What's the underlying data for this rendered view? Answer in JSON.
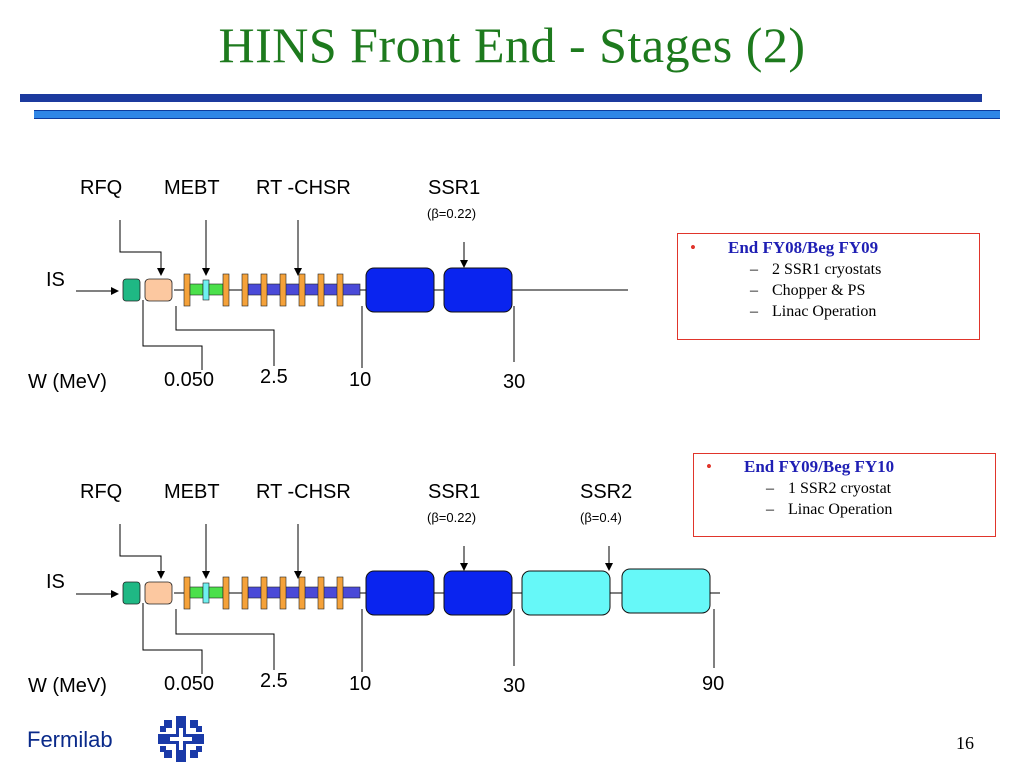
{
  "slide": {
    "title": "HINS Front End - Stages (2)",
    "page_number": "16",
    "brand": "Fermilab"
  },
  "colors": {
    "title": "#1d7a1d",
    "rule_dark": "#1c3a9e",
    "rule_light": "#2f86e6",
    "is_source": "#1fb884",
    "rfq": "#fcc8a0",
    "mebt_green": "#4be04b",
    "mebt_cyan": "#6ff0f0",
    "rt_cavity": "#f5a23a",
    "beamline": "#4a4ad8",
    "ssr1": "#0a24ef",
    "ssr2": "#66f8f8",
    "box_border": "#e0352b",
    "box_head": "#1f1fb4"
  },
  "stage1": {
    "labels": {
      "rfq": "RFQ",
      "mebt": "MEBT",
      "rtchsr": "RT -CHSR",
      "ssr1": "SSR1",
      "ssr1_beta": "(β=0.22)",
      "is": "IS",
      "w": "W (MeV)"
    },
    "energies": [
      "0.050",
      "2.5",
      "10",
      "30"
    ],
    "note": {
      "heading": "End FY08/Beg FY09",
      "items": [
        "2 SSR1 cryostats",
        "Chopper & PS",
        "Linac Operation"
      ]
    }
  },
  "stage2": {
    "labels": {
      "rfq": "RFQ",
      "mebt": "MEBT",
      "rtchsr": "RT -CHSR",
      "ssr1": "SSR1",
      "ssr1_beta": "(β=0.22)",
      "ssr2": "SSR2",
      "ssr2_beta": "(β=0.4)",
      "is": "IS",
      "w": "W (MeV)"
    },
    "energies": [
      "0.050",
      "2.5",
      "10",
      "30",
      "90"
    ],
    "note": {
      "heading": "End FY09/Beg FY10",
      "items": [
        "1 SSR2 cryostat",
        "Linac Operation"
      ]
    }
  },
  "bullets": {
    "dot": "•",
    "dash": "–"
  }
}
